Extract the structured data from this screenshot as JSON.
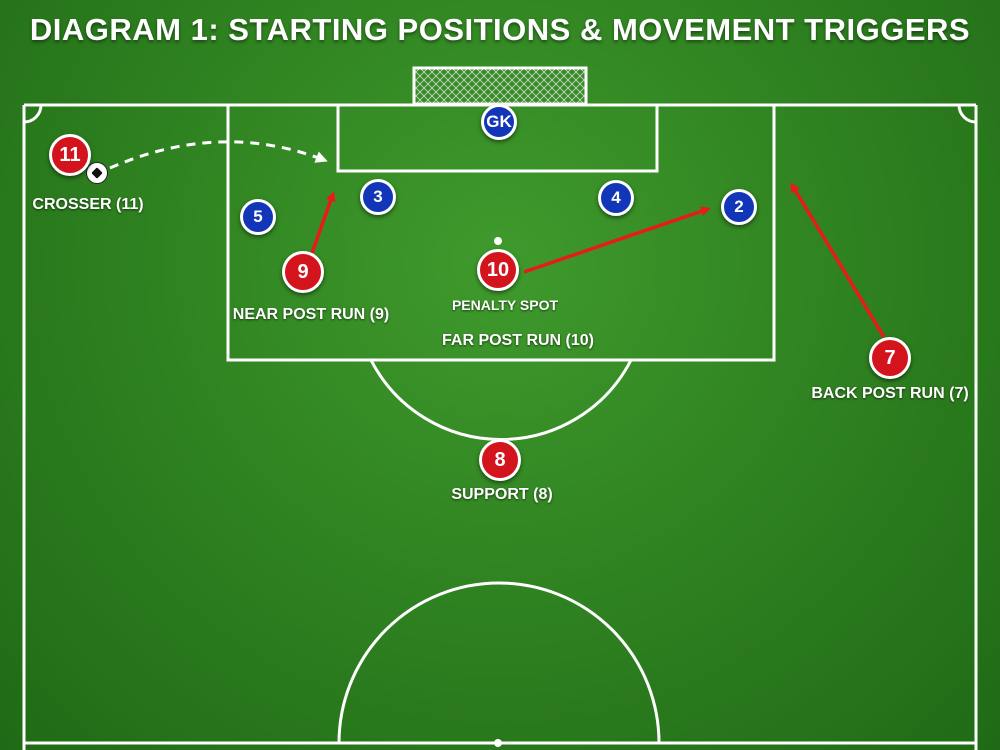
{
  "title": "DIAGRAM 1: STARTING POSITIONS & MOVEMENT TRIGGERS",
  "colors": {
    "attacker": "#d4141c",
    "defender": "#1236b8",
    "pitch": "#2d7f1f",
    "lines": "#ffffff",
    "arrow": "#e81b1b"
  },
  "attackers": [
    {
      "number": "11",
      "label": "CROSSER (11)"
    },
    {
      "number": "9",
      "label": "NEAR POST RUN (9)"
    },
    {
      "number": "10",
      "label": "PENALTY SPOT"
    },
    {
      "number": "7",
      "label": "BACK POST RUN (7)"
    },
    {
      "number": "8",
      "label": "SUPPORT (8)"
    }
  ],
  "defenders": [
    {
      "number": "GK"
    },
    {
      "number": "5"
    },
    {
      "number": "3"
    },
    {
      "number": "4"
    },
    {
      "number": "2"
    }
  ],
  "annotations": {
    "far_post_run": "FAR POST RUN (10)"
  },
  "icons": {
    "ball": "soccer-ball-icon",
    "goal": "goal-net-icon"
  }
}
